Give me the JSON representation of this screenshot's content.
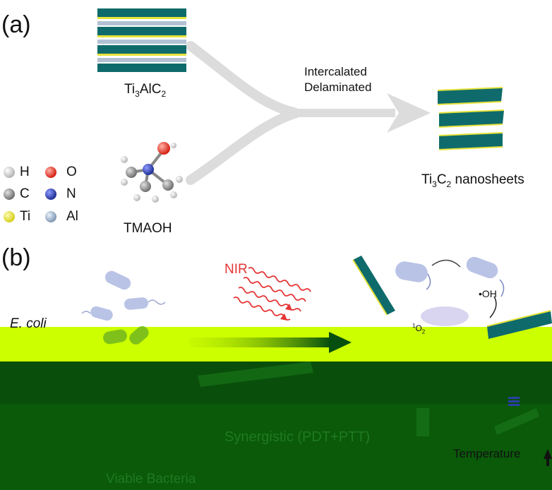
{
  "panel_a": {
    "label": "(a)",
    "precursor_label_main": "Ti",
    "precursor_sub1": "3",
    "precursor_mid": "AlC",
    "precursor_sub2": "2",
    "reagent_label": "TMAOH",
    "process_line1": "Intercalated",
    "process_line2": "Delaminated",
    "product_main": "Ti",
    "product_sub1": "3",
    "product_mid": "C",
    "product_sub2": "2",
    "product_tail": " nanosheets",
    "legend": [
      {
        "symbol": "H",
        "color": "#d9d9d9"
      },
      {
        "symbol": "O",
        "color": "#e8271b"
      },
      {
        "symbol": "C",
        "color": "#8a8a8a"
      },
      {
        "symbol": "N",
        "color": "#2a3fa8"
      },
      {
        "symbol": "Ti",
        "color": "#f2ee3a"
      },
      {
        "symbol": "Al",
        "color": "#9fb3c8"
      }
    ]
  },
  "panel_b": {
    "label": "(b)",
    "organism": "E. coli",
    "stimulus": "NIR",
    "radical": "•OH",
    "singlet_oxygen_sup": "1",
    "singlet_oxygen": "O",
    "singlet_oxygen_sub": "2",
    "mechanism": "Synergistic (PDT+PTT)",
    "temperature_label": "Temperature",
    "bacteria_state": "Viable Bacteria"
  },
  "colors": {
    "sheet_teal": "#0f6b6b",
    "sheet_edge": "#e6e23a",
    "arrow_grey": "#d9d9d9",
    "nir_red": "#e53535",
    "bacteria_blue": "#b9c3e6",
    "bacteria_green": "#7fc11a",
    "band_green": "#ccff00",
    "band_dark": "#0a5a0a"
  }
}
